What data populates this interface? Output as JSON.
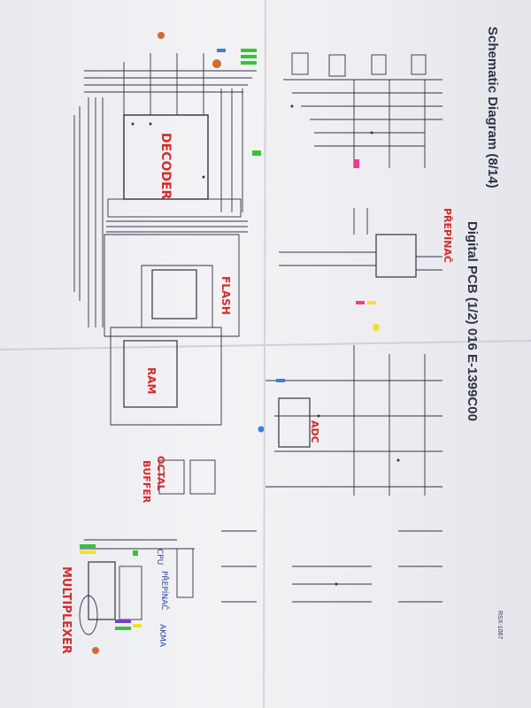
{
  "document": {
    "title": "Schematic Diagram (8/14)",
    "subtitle": "Digital PCB (1/2)  016 E-1399C00",
    "page_code": "RSX-1067"
  },
  "annotations": {
    "decoder": "DECODER",
    "flash": "FLASH",
    "ram": "RAM",
    "octal_buffer_1": "OCTAL",
    "octal_buffer_2": "BUFFER",
    "adc": "ADC",
    "prepinac_top": "PŘEPÍNAČ",
    "multiplexer": "MULTIPLEXER",
    "cpu": "CPU",
    "prepinac_bottom": "PŘEPÍNAČ",
    "akma": "AKMA"
  },
  "colors": {
    "paper": "#f1f1f4",
    "ink": "#2f3342",
    "marker_red": "#d42b2b",
    "marker_blue": "#2d3f9e",
    "highlight_green": "#39c23a",
    "highlight_yellow": "#f1e12c",
    "highlight_pink": "#f23b8d",
    "highlight_blue": "#3b7fd6",
    "highlight_purple": "#7a3fc4"
  }
}
